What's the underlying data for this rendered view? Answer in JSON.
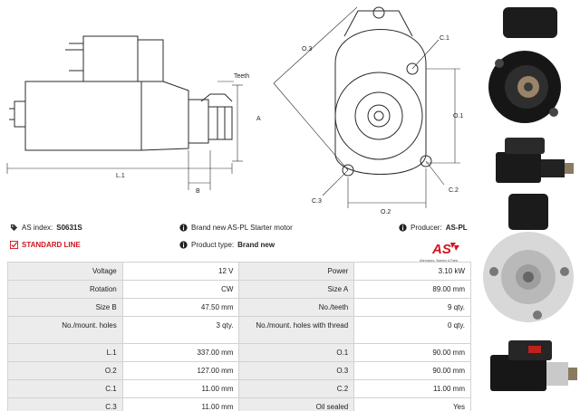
{
  "drawing_labels": {
    "teeth": "Teeth",
    "a": "A",
    "b": "B",
    "l1": "L.1",
    "o3": "O.3",
    "c1": "C.1",
    "o1": "O.1",
    "c3": "C.3",
    "c2": "C.2",
    "o2": "O.2"
  },
  "info": {
    "as_index_label": "AS index:",
    "as_index_value": "S0631S",
    "standard_line": "STANDARD LINE",
    "description": "Brand new AS-PL Starter motor",
    "product_type_label": "Product type:",
    "product_type_value": "Brand new",
    "producer_label": "Producer:",
    "producer_value": "AS-PL"
  },
  "logo": {
    "mark": "AS",
    "tagline": "Alternators, Starters & Parts"
  },
  "specs": [
    {
      "l1": "Voltage",
      "v1": "12 V",
      "l2": "Power",
      "v2": "3.10 kW"
    },
    {
      "l1": "Rotation",
      "v1": "CW",
      "l2": "Size A",
      "v2": "89.00 mm"
    },
    {
      "l1": "Size B",
      "v1": "47.50 mm",
      "l2": "No./teeth",
      "v2": "9 qty."
    },
    {
      "l1": "No./mount. holes",
      "v1": "3 qty.",
      "l2": "No./mount. holes with thread",
      "v2": "0 qty."
    },
    {
      "l1": "L.1",
      "v1": "337.00 mm",
      "l2": "O.1",
      "v2": "90.00 mm"
    },
    {
      "l1": "O.2",
      "v1": "127.00 mm",
      "l2": "O.3",
      "v2": "90.00 mm"
    },
    {
      "l1": "C.1",
      "v1": "11.00 mm",
      "l2": "C.2",
      "v2": "11.00 mm"
    },
    {
      "l1": "C.3",
      "v1": "11.00 mm",
      "l2": "Oil sealed",
      "v2": "Yes"
    }
  ],
  "colors": {
    "accent": "#d0141e",
    "label_cell": "#ececec",
    "border": "#d2d2d2"
  }
}
